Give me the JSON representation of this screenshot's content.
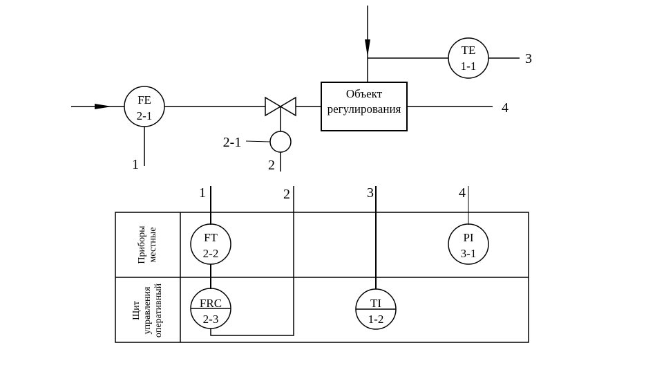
{
  "object_box": {
    "line1": "Объект",
    "line2": "регулирования"
  },
  "instruments": {
    "fe": {
      "tag": "FE",
      "num": "2-1"
    },
    "te": {
      "tag": "TE",
      "num": "1-1"
    },
    "ft": {
      "tag": "FT",
      "num": "2-2"
    },
    "pi": {
      "tag": "PI",
      "num": "3-1"
    },
    "frc": {
      "tag": "FRC",
      "num": "2-3"
    },
    "ti": {
      "tag": "TI",
      "num": "1-2"
    }
  },
  "actuator_label": "2-1",
  "process_line_numbers": {
    "n1": "1",
    "n2": "2",
    "n3": "3",
    "n4": "4"
  },
  "connection_numbers": [
    "1",
    "2",
    "3",
    "4"
  ],
  "rows": {
    "local": {
      "line1": "Приборы",
      "line2": "местные"
    },
    "panel": {
      "line1": "Щит",
      "line2": "управления",
      "line3": "оперативный"
    }
  }
}
